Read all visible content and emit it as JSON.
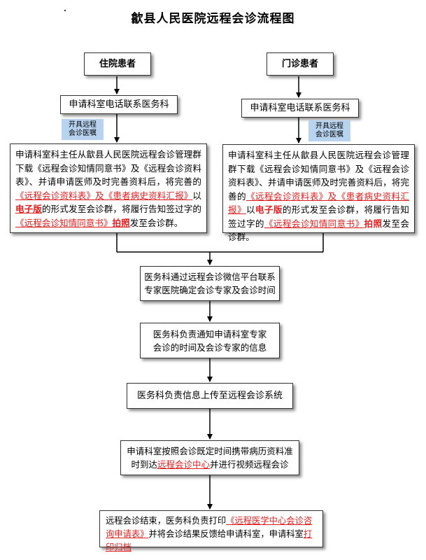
{
  "title": "歙县人民医院远程会诊流程图",
  "left": {
    "header": "住院患者",
    "step1": "申请科室电话联系医务科",
    "note_line1": "开具远程",
    "note_line2": "会诊医嘱",
    "detail": {
      "t1": "申请科室科主任从歙县人民医院远程会诊管理群下载《远程会诊知情同意书》及《远程会诊资料表》、并请申请医师及时完善资料后，将完善的",
      "l1": "《远程会诊资料表》及《患者病史资料汇报》",
      "t2": "以",
      "b1": "电子版",
      "t3": "的形式发至会诊群，将履行告知签过字的",
      "l2": "《远程会诊知情同意书》",
      "b2": "拍照",
      "t4": "发至会诊群。"
    }
  },
  "right": {
    "header": "门诊患者",
    "step1": "申请科室电话联系医务科",
    "note_line1": "开具远程",
    "note_line2": "会诊医嘱",
    "detail": {
      "t1": "申请科室科主任从歙县人民医院远程会诊管理群下载《远程会诊知情同意书》及《远程会诊资料表》、并请申请医师及时完善资料后，将完善的",
      "l1": "《远程会诊资料表》及《患者病史资料汇报》",
      "t2": "以",
      "b1": "电子版",
      "t3": "的形式发至会诊群，将履行告知签过字的",
      "l2": "《远程会诊知情同意书》",
      "b2": "拍照",
      "t4": "发至会诊群。"
    }
  },
  "steps": {
    "s2_line1": "医务科通过远程会诊微信平台联系",
    "s2_line2": "专家医院确定会诊专家及会诊时间",
    "s3_line1": "医务科负责通知申请科室专家",
    "s3_line2": "会诊的时间及会诊专家的信息",
    "s4": "医务科负责信息上传至远程会诊系统",
    "s5_line1": "申请科室按照会诊既定时间携带病历资料准",
    "s5_pre": "时到达",
    "s5_link": "远程会诊中心",
    "s5_post": "并进行视频远程会诊",
    "s6_pre": "远程会诊结束，医务科负责打印",
    "s6_link": "《远程医学中心会诊咨询申请表》",
    "s6_mid": "并将会诊结果反馈给申请科室，申请科室",
    "s6_end": "打印归档"
  },
  "colors": {
    "note_bg": "#b8d3ef",
    "highlight": "#e02020"
  }
}
